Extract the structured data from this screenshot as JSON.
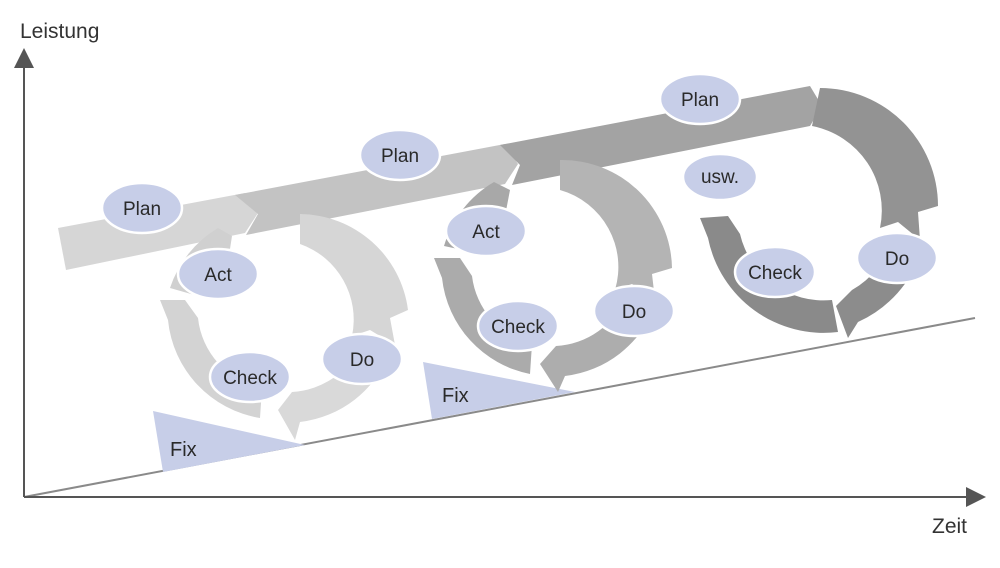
{
  "axes": {
    "y_label": "Leistung",
    "x_label": "Zeit"
  },
  "colors": {
    "cycle_1": "#d6d6d6",
    "cycle_2": "#b0b0b0",
    "cycle_3": "#8f8f8f",
    "label_fill": "#c7cee8",
    "fix_wedge": "#c7cee8",
    "axis": "#555555"
  },
  "cycles": [
    {
      "plan": "Plan",
      "act": "Act",
      "check": "Check",
      "do": "Do",
      "fix": "Fix"
    },
    {
      "plan": "Plan",
      "act": "Act",
      "check": "Check",
      "do": "Do",
      "fix": "Fix"
    },
    {
      "plan": "Plan",
      "act": "usw.",
      "check": "Check",
      "do": "Do"
    }
  ]
}
